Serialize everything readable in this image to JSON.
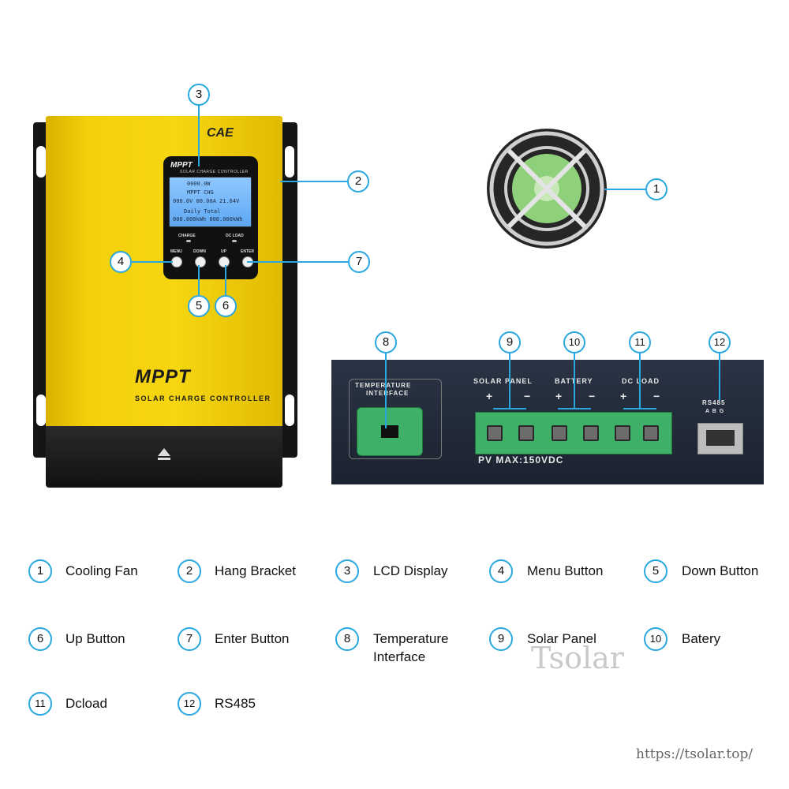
{
  "device": {
    "logo": "CAE",
    "lcd_brand": "MPPT",
    "lcd_brand_sub": "SOLAR CHARGE CONTROLLER",
    "lcd_rows": [
      "  0000.0W",
      "    MPPT CHG",
      "000.0V 00.00A 21.64V",
      "Daily   Total",
      "000.000kWh 000.000kWh"
    ],
    "led_charge": "CHARGE",
    "led_load": "DC LOAD",
    "btn_menu": "MENU",
    "btn_down": "DOWN",
    "btn_up": "UP",
    "btn_enter": "ENTER",
    "product_name": "MPPT",
    "product_sub": "SOLAR CHARGE CONTROLLER"
  },
  "terminal": {
    "temp_label_1": "TEMPERATURE",
    "temp_label_2": "INTERFACE",
    "solar_label": "SOLAR PANEL",
    "battery_label": "BATTERY",
    "load_label": "DC LOAD",
    "plus": "+",
    "minus": "−",
    "pv_max": "PV  MAX:150VDC",
    "rs485": "RS485",
    "rs485_pins": "A  B  G"
  },
  "callouts": [
    "1",
    "2",
    "3",
    "4",
    "5",
    "6",
    "7",
    "8",
    "9",
    "10",
    "11",
    "12"
  ],
  "legend": [
    {
      "num": "1",
      "label": "Cooling Fan"
    },
    {
      "num": "2",
      "label": "Hang Bracket"
    },
    {
      "num": "3",
      "label": "LCD Display"
    },
    {
      "num": "4",
      "label": "Menu Button"
    },
    {
      "num": "5",
      "label": "Down Button"
    },
    {
      "num": "6",
      "label": "Up Button"
    },
    {
      "num": "7",
      "label": "Enter Button"
    },
    {
      "num": "8",
      "label": "Temperature",
      "label2": "Interface"
    },
    {
      "num": "9",
      "label": "Solar Panel"
    },
    {
      "num": "10",
      "label": "Batery"
    },
    {
      "num": "11",
      "label": "Dcload"
    },
    {
      "num": "12",
      "label": "RS485"
    }
  ],
  "watermark": "Tsolar",
  "url": "https://tsolar.top/",
  "colors": {
    "accent": "#29a8e0",
    "housing": "#f3d10a",
    "terminal": "#3fb067"
  }
}
